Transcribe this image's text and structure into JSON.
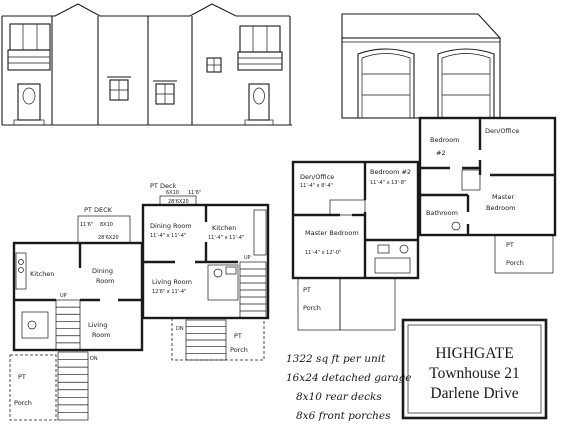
{
  "colors": {
    "ink": "#1a1a1a",
    "paper": "#ffffff"
  },
  "first_floor_left": {
    "deck": [
      "PT DECK",
      "8X10"
    ],
    "deck_dim": "11'6\"",
    "deck_note": "28'6X20",
    "kitchen": "Kitchen",
    "dining": [
      "Dining",
      "Room"
    ],
    "living": [
      "Living",
      "Room"
    ],
    "porch": [
      "PT",
      "Porch"
    ],
    "stair_up": "UP",
    "stair_dn": "DN"
  },
  "first_floor_right": {
    "deck": [
      "PT Deck",
      "6X10"
    ],
    "deck_dim": "11'6\"",
    "deck_note": "28'6X20",
    "dining": [
      "Dining Room",
      "11'-4\" x 11'-4\""
    ],
    "kitchen": [
      "Kitchen",
      "11'-4\" x 11'-4\""
    ],
    "living": [
      "Living Room",
      "12'6\" x 11'-4\""
    ],
    "porch": [
      "PT",
      "Porch"
    ],
    "stair_up": "UP",
    "stair_dn": "DN"
  },
  "second_floor_left": {
    "den": [
      "Den/Office",
      "11'-4\" x 8'-4\""
    ],
    "bedroom2": [
      "Bedroom #2",
      "11'-4\" x 13'-8\""
    ],
    "master": [
      "Master Bedroom",
      "11'-4\" x 12'-0\""
    ],
    "porch": [
      "PT",
      "Porch"
    ]
  },
  "second_floor_right": {
    "bedroom2": [
      "Bedroom",
      "#2"
    ],
    "den": "Den/Office",
    "bath": "Bathroom",
    "master": [
      "Master",
      "Bedroom"
    ],
    "porch": [
      "PT",
      "Porch"
    ]
  },
  "notes": [
    "1322 sq ft per unit",
    "16x24 detached garage",
    "8x10 rear decks",
    "8x6 front porches"
  ],
  "title_block": {
    "name": "HIGHGATE",
    "model": "Townhouse 21",
    "street": "Darlene Drive"
  }
}
